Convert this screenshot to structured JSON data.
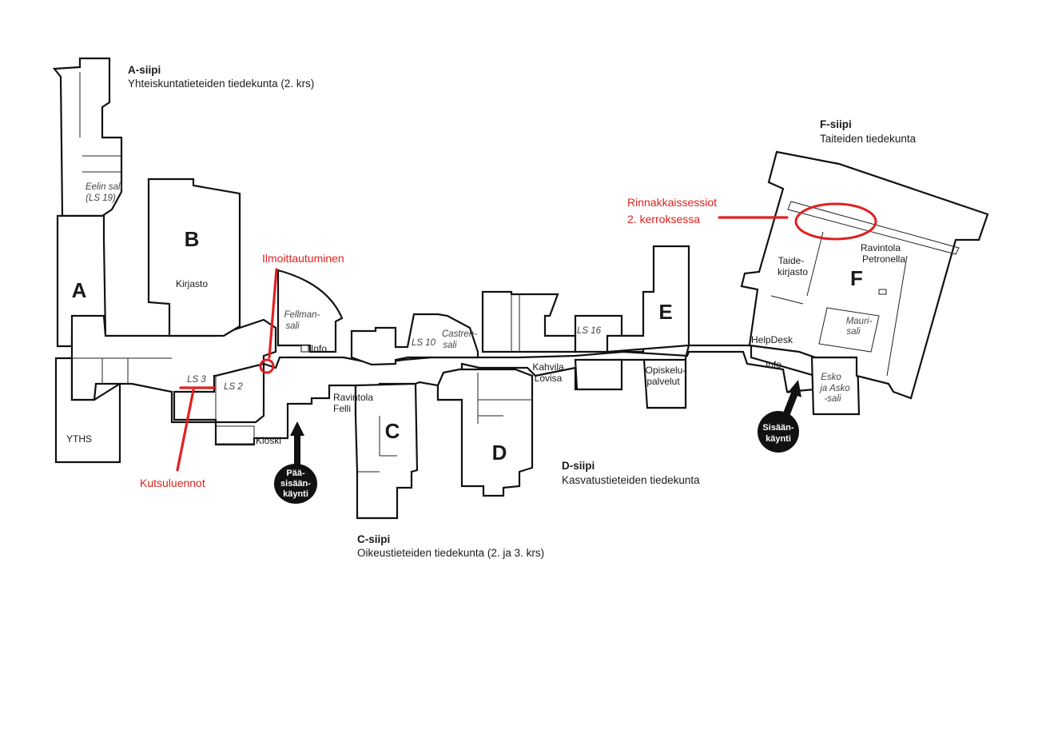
{
  "wings": {
    "A": {
      "letter": "A",
      "title": "A-siipi",
      "subtitle": "Yhteiskuntatieteiden tiedekunta (2. krs)"
    },
    "B": {
      "letter": "B"
    },
    "C": {
      "letter": "C",
      "title": "C-siipi",
      "subtitle": "Oikeustieteiden tiedekunta (2. ja 3. krs)"
    },
    "D": {
      "letter": "D",
      "title": "D-siipi",
      "subtitle": "Kasvatustieteiden tiedekunta"
    },
    "E": {
      "letter": "E"
    },
    "F": {
      "letter": "F",
      "title": "F-siipi",
      "subtitle": "Taiteiden tiedekunta"
    }
  },
  "rooms": {
    "eelin_sali": [
      "Eelin sali",
      "(LS 19)"
    ],
    "kirjasto": "Kirjasto",
    "yths": "YTHS",
    "ls3": "LS 3",
    "ls2": "LS 2",
    "kioski": "Kioski",
    "fellman_sali": [
      "Fellman-",
      "sali"
    ],
    "info_main": "Info",
    "ravintola_felli": [
      "Ravintola",
      "Felli"
    ],
    "ls10": "LS 10",
    "castren_sali": [
      "Castren-",
      "sali"
    ],
    "ls16": "LS 16",
    "kahvila_lovisa": [
      "Kahvila",
      "Lovisa"
    ],
    "opiskelupalvelut": [
      "Opiskelu-",
      "palvelut"
    ],
    "helpdesk": "HelpDesk",
    "info_f": "Info",
    "esko_asko_sali": [
      "Esko",
      "ja Asko",
      "-sali"
    ],
    "taidekirjasto": [
      "Taide-",
      "kirjasto"
    ],
    "ravintola_petronella": [
      "Ravintola",
      "Petronella"
    ],
    "mauri_sali": [
      "Mauri-",
      "sali"
    ]
  },
  "annotations": {
    "ilmoittautuminen": "Ilmoittautuminen",
    "kutsuluennot": "Kutsuluennot",
    "rinnakkaissessiot": [
      "Rinnakkaissessiot",
      "2. kerroksessa"
    ]
  },
  "entrances": {
    "main": [
      "Pää-",
      "sisään-",
      "käynti"
    ],
    "east": [
      "Sisään-",
      "käynti"
    ]
  },
  "colors": {
    "annotation": "#e02020",
    "walls": "#111111",
    "entrance_badge": "#111111"
  }
}
